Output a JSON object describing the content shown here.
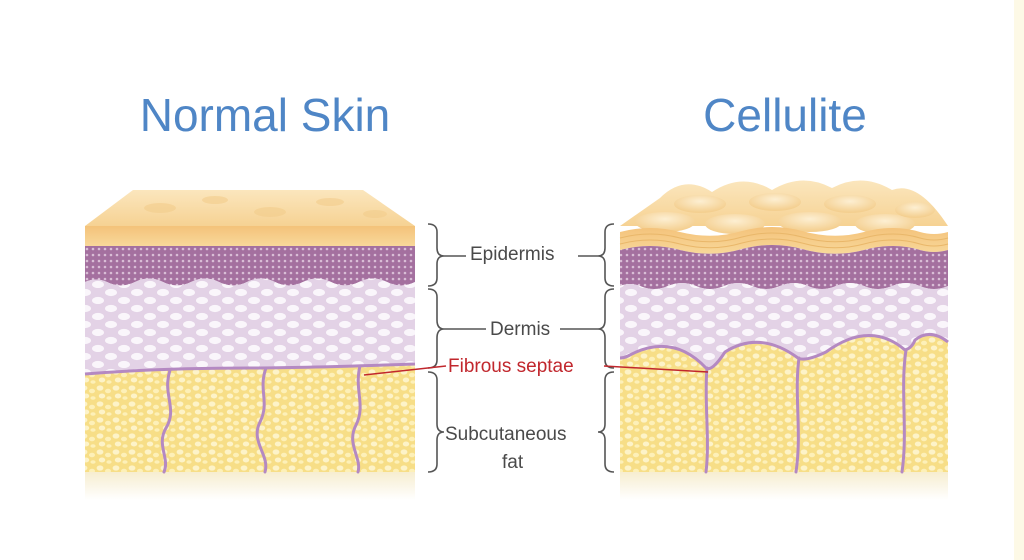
{
  "titles": {
    "normal": "Normal Skin",
    "cellulite": "Cellulite"
  },
  "labels": {
    "epidermis": "Epidermis",
    "dermis": "Dermis",
    "fibrous_septae": "Fibrous septae",
    "subcutaneous_line1": "Subcutaneous",
    "subcutaneous_line2": "fat"
  },
  "colors": {
    "title": "#4f86c6",
    "label_text": "#4a4a4a",
    "septae_label": "#c1272d",
    "skin_surface": "#f7d79e",
    "epidermis_layer": "#a4709f",
    "dermis_layer": "#eee2ef",
    "fat_layer": "#f7de87",
    "septae_line": "#b489c2"
  }
}
